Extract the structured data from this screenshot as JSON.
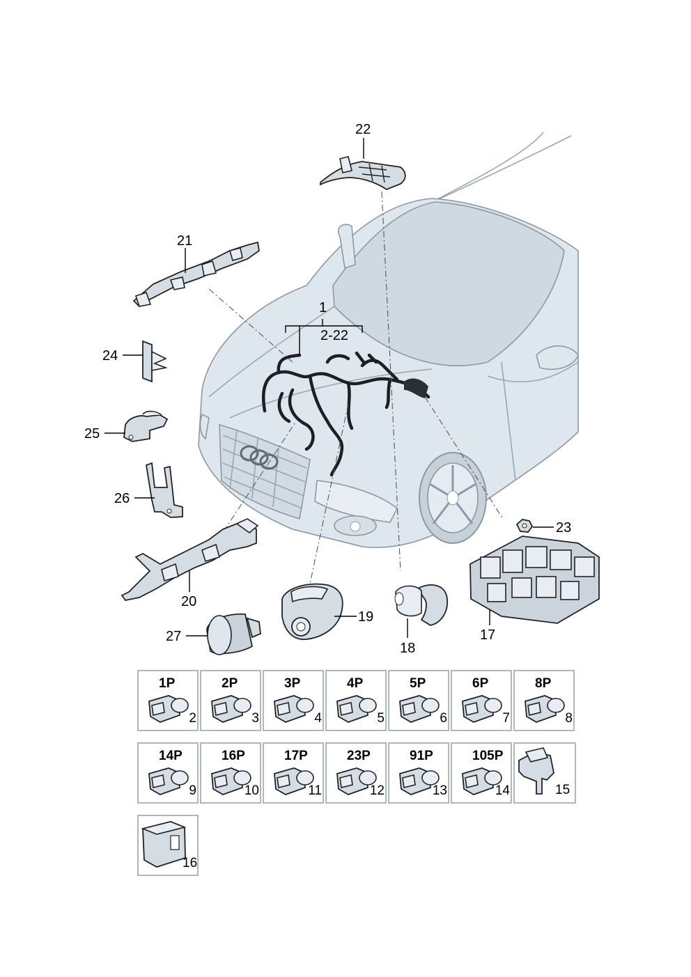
{
  "callouts": {
    "c1": "1",
    "c2_22": "2-22",
    "c17": "17",
    "c18": "18",
    "c19": "19",
    "c20": "20",
    "c21": "21",
    "c22": "22",
    "c23": "23",
    "c24": "24",
    "c25": "25",
    "c26": "26",
    "c27": "27"
  },
  "connectors": [
    {
      "pins": "1P",
      "num": "2"
    },
    {
      "pins": "2P",
      "num": "3"
    },
    {
      "pins": "3P",
      "num": "4"
    },
    {
      "pins": "4P",
      "num": "5"
    },
    {
      "pins": "5P",
      "num": "6"
    },
    {
      "pins": "6P",
      "num": "7"
    },
    {
      "pins": "8P",
      "num": "8"
    },
    {
      "pins": "14P",
      "num": "9"
    },
    {
      "pins": "16P",
      "num": "10"
    },
    {
      "pins": "17P",
      "num": "11"
    },
    {
      "pins": "23P",
      "num": "12"
    },
    {
      "pins": "91P",
      "num": "13"
    },
    {
      "pins": "105P",
      "num": "14"
    }
  ],
  "extra_boxes": {
    "b15": "15",
    "b16": "16"
  },
  "icons": [
    "connector-plug-icon",
    "relay-socket-icon",
    "control-module-icon"
  ],
  "colors": {
    "car_body": "#dfe7ee",
    "outline": "#222222",
    "wire": "#1c1f24"
  }
}
